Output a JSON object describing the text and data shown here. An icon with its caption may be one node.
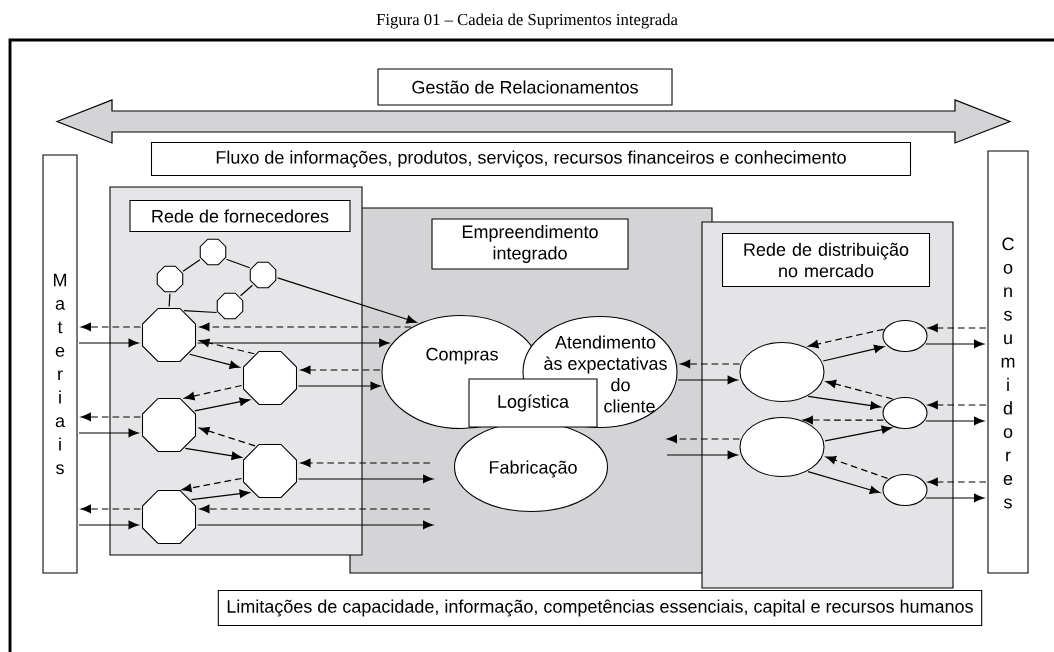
{
  "diagram": {
    "title": "Figura 01 – Cadeia de Suprimentos integrada",
    "nodes": [
      {
        "text": [
          "Gestão de Relacionamentos"
        ]
      },
      {
        "text": [
          "Fluxo de informações, produtos, serviços, recursos financeiros e conhecimento"
        ]
      },
      {
        "text": [
          "Materiais"
        ]
      },
      {
        "text": [],
        "shape": "box"
      },
      {
        "text": [
          "Rede de fornecedores"
        ],
        "in": 3
      },
      {
        "text": [],
        "shape": "octagon",
        "in": 3
      },
      {
        "text": [],
        "shape": "octagon",
        "in": 3
      },
      {
        "text": [],
        "shape": "octagon",
        "in": 3
      },
      {
        "text": [],
        "shape": "octagon",
        "in": 3
      },
      {
        "text": [],
        "shape": "octagon",
        "in": 3
      },
      {
        "text": [],
        "shape": "octagon",
        "in": 3
      },
      {
        "text": [],
        "shape": "octagon",
        "in": 3
      },
      {
        "text": [],
        "shape": "octagon",
        "in": 3
      },
      {
        "text": [],
        "shape": "octagon",
        "in": 3
      },
      {
        "text": [],
        "shape": "box"
      },
      {
        "text": [
          "Empreendimento integrado"
        ],
        "in": 14
      },
      {
        "text": [
          "Compras"
        ],
        "in": 14
      },
      {
        "text": [
          "Atendimento às expectativas do cliente"
        ],
        "in": 14
      },
      {
        "text": [
          "Logística"
        ],
        "in": 14
      },
      {
        "text": [
          "Fabricação"
        ],
        "in": 14
      },
      {
        "text": [],
        "shape": "box"
      },
      {
        "text": [
          "Rede de distribuição no mercado"
        ],
        "in": 20
      },
      {
        "text": [],
        "shape": "ellipse",
        "in": 20
      },
      {
        "text": [],
        "shape": "ellipse",
        "in": 20
      },
      {
        "text": [],
        "shape": "ellipse",
        "in": 20
      },
      {
        "text": [],
        "shape": "ellipse",
        "in": 20
      },
      {
        "text": [],
        "shape": "ellipse",
        "in": 20
      },
      {
        "text": [
          "Consumidores"
        ]
      },
      {
        "text": [
          "Limitações de capacidade, informação, competências essenciais, capital e recursos humanos"
        ]
      }
    ],
    "edges": [
      {
        "from": 5,
        "to": 6,
        "arrow": "none"
      },
      {
        "from": 5,
        "to": 7,
        "arrow": "none"
      },
      {
        "from": 6,
        "to": 9,
        "arrow": "none"
      },
      {
        "from": 7,
        "to": 8,
        "arrow": "none"
      },
      {
        "from": 8,
        "to": 9,
        "arrow": "none"
      },
      {
        "from": 7,
        "to": 16,
        "arrow": "to"
      },
      {
        "from": 2,
        "to": 9,
        "arrow": "to"
      },
      {
        "from": 9,
        "to": 2,
        "arrow": "to",
        "style": "dashed"
      },
      {
        "from": 2,
        "to": 11,
        "arrow": "to"
      },
      {
        "from": 11,
        "to": 2,
        "arrow": "to",
        "style": "dashed"
      },
      {
        "from": 2,
        "to": 13,
        "arrow": "to"
      },
      {
        "from": 13,
        "to": 2,
        "arrow": "to",
        "style": "dashed"
      },
      {
        "from": 9,
        "to": 10,
        "arrow": "to"
      },
      {
        "from": 10,
        "to": 9,
        "arrow": "to",
        "style": "dashed"
      },
      {
        "from": 11,
        "to": 10,
        "arrow": "to"
      },
      {
        "from": 10,
        "to": 11,
        "arrow": "to",
        "style": "dashed"
      },
      {
        "from": 11,
        "to": 12,
        "arrow": "to"
      },
      {
        "from": 12,
        "to": 11,
        "arrow": "to",
        "style": "dashed"
      },
      {
        "from": 13,
        "to": 12,
        "arrow": "to"
      },
      {
        "from": 12,
        "to": 13,
        "arrow": "to",
        "style": "dashed"
      },
      {
        "from": 9,
        "to": 16,
        "arrow": "to"
      },
      {
        "from": 16,
        "to": 9,
        "arrow": "to",
        "style": "dashed"
      },
      {
        "from": 10,
        "to": 16,
        "arrow": "to"
      },
      {
        "from": 16,
        "to": 10,
        "arrow": "to",
        "style": "dashed"
      },
      {
        "from": 12,
        "to": null,
        "arrow": "to"
      },
      {
        "from": null,
        "to": 12,
        "arrow": "to",
        "style": "dashed"
      },
      {
        "from": 13,
        "to": null,
        "arrow": "to"
      },
      {
        "from": null,
        "to": 13,
        "arrow": "to",
        "style": "dashed"
      },
      {
        "from": 17,
        "to": 23,
        "arrow": "to"
      },
      {
        "from": 23,
        "to": 17,
        "arrow": "to",
        "style": "dashed"
      },
      {
        "from": null,
        "to": 25,
        "arrow": "to"
      },
      {
        "from": 25,
        "to": null,
        "arrow": "to",
        "style": "dashed"
      },
      {
        "from": 23,
        "to": 22,
        "arrow": "to"
      },
      {
        "from": 22,
        "to": 23,
        "arrow": "to",
        "style": "dashed"
      },
      {
        "from": 23,
        "to": 24,
        "arrow": "to"
      },
      {
        "from": 24,
        "to": 23,
        "arrow": "to",
        "style": "dashed"
      },
      {
        "from": 25,
        "to": 24,
        "arrow": "to"
      },
      {
        "from": 24,
        "to": 25,
        "arrow": "to",
        "style": "dashed"
      },
      {
        "from": 25,
        "to": 26,
        "arrow": "to"
      },
      {
        "from": 26,
        "to": 25,
        "arrow": "to",
        "style": "dashed"
      },
      {
        "from": 22,
        "to": 27,
        "arrow": "to"
      },
      {
        "from": 27,
        "to": 22,
        "arrow": "to",
        "style": "dashed"
      },
      {
        "from": 24,
        "to": 27,
        "arrow": "to"
      },
      {
        "from": 27,
        "to": 24,
        "arrow": "to",
        "style": "dashed"
      },
      {
        "from": 26,
        "to": 27,
        "arrow": "to"
      },
      {
        "from": 27,
        "to": 26,
        "arrow": "to",
        "style": "dashed"
      }
    ]
  }
}
